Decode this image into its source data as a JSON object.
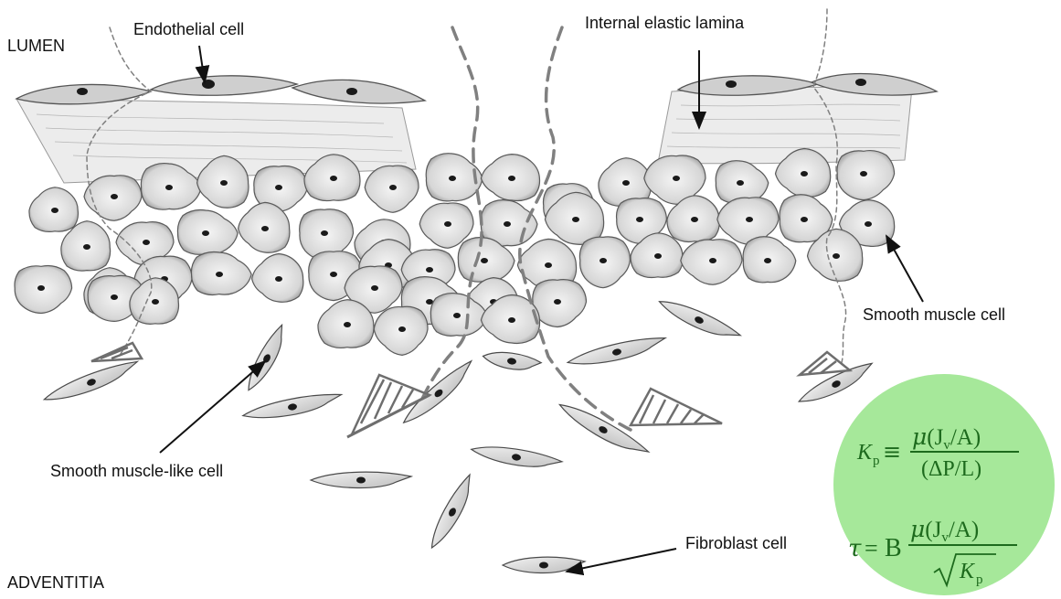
{
  "labels": {
    "lumen": "LUMEN",
    "adventitia": "ADVENTITIA",
    "endothelial": "Endothelial cell",
    "internal_elastic_lamina": "Internal elastic lamina",
    "smooth_muscle": "Smooth muscle cell",
    "smooth_muscle_like": "Smooth muscle-like cell",
    "fibroblast": "Fibroblast cell"
  },
  "equations": {
    "kp": {
      "lhs": "K",
      "lhs_sub": "p",
      "equiv": "≡",
      "num_mu": "μ",
      "num_rest": "(J",
      "num_sub": "v",
      "num_end": "/A)",
      "den": "(ΔP/L)"
    },
    "tau": {
      "lhs": "τ",
      "eq": "=",
      "coef": "B",
      "num_mu": "μ",
      "num_rest": "(J",
      "num_sub": "v",
      "num_end": "/A)",
      "den_k": "K",
      "den_sub": "p"
    }
  },
  "colors": {
    "circle_fill": "#a6e89a",
    "equation_text": "#1d6a1d",
    "dashed_line": "#808080",
    "cell_fill": "#dcdcdc",
    "nucleus": "#1a1a1a"
  }
}
